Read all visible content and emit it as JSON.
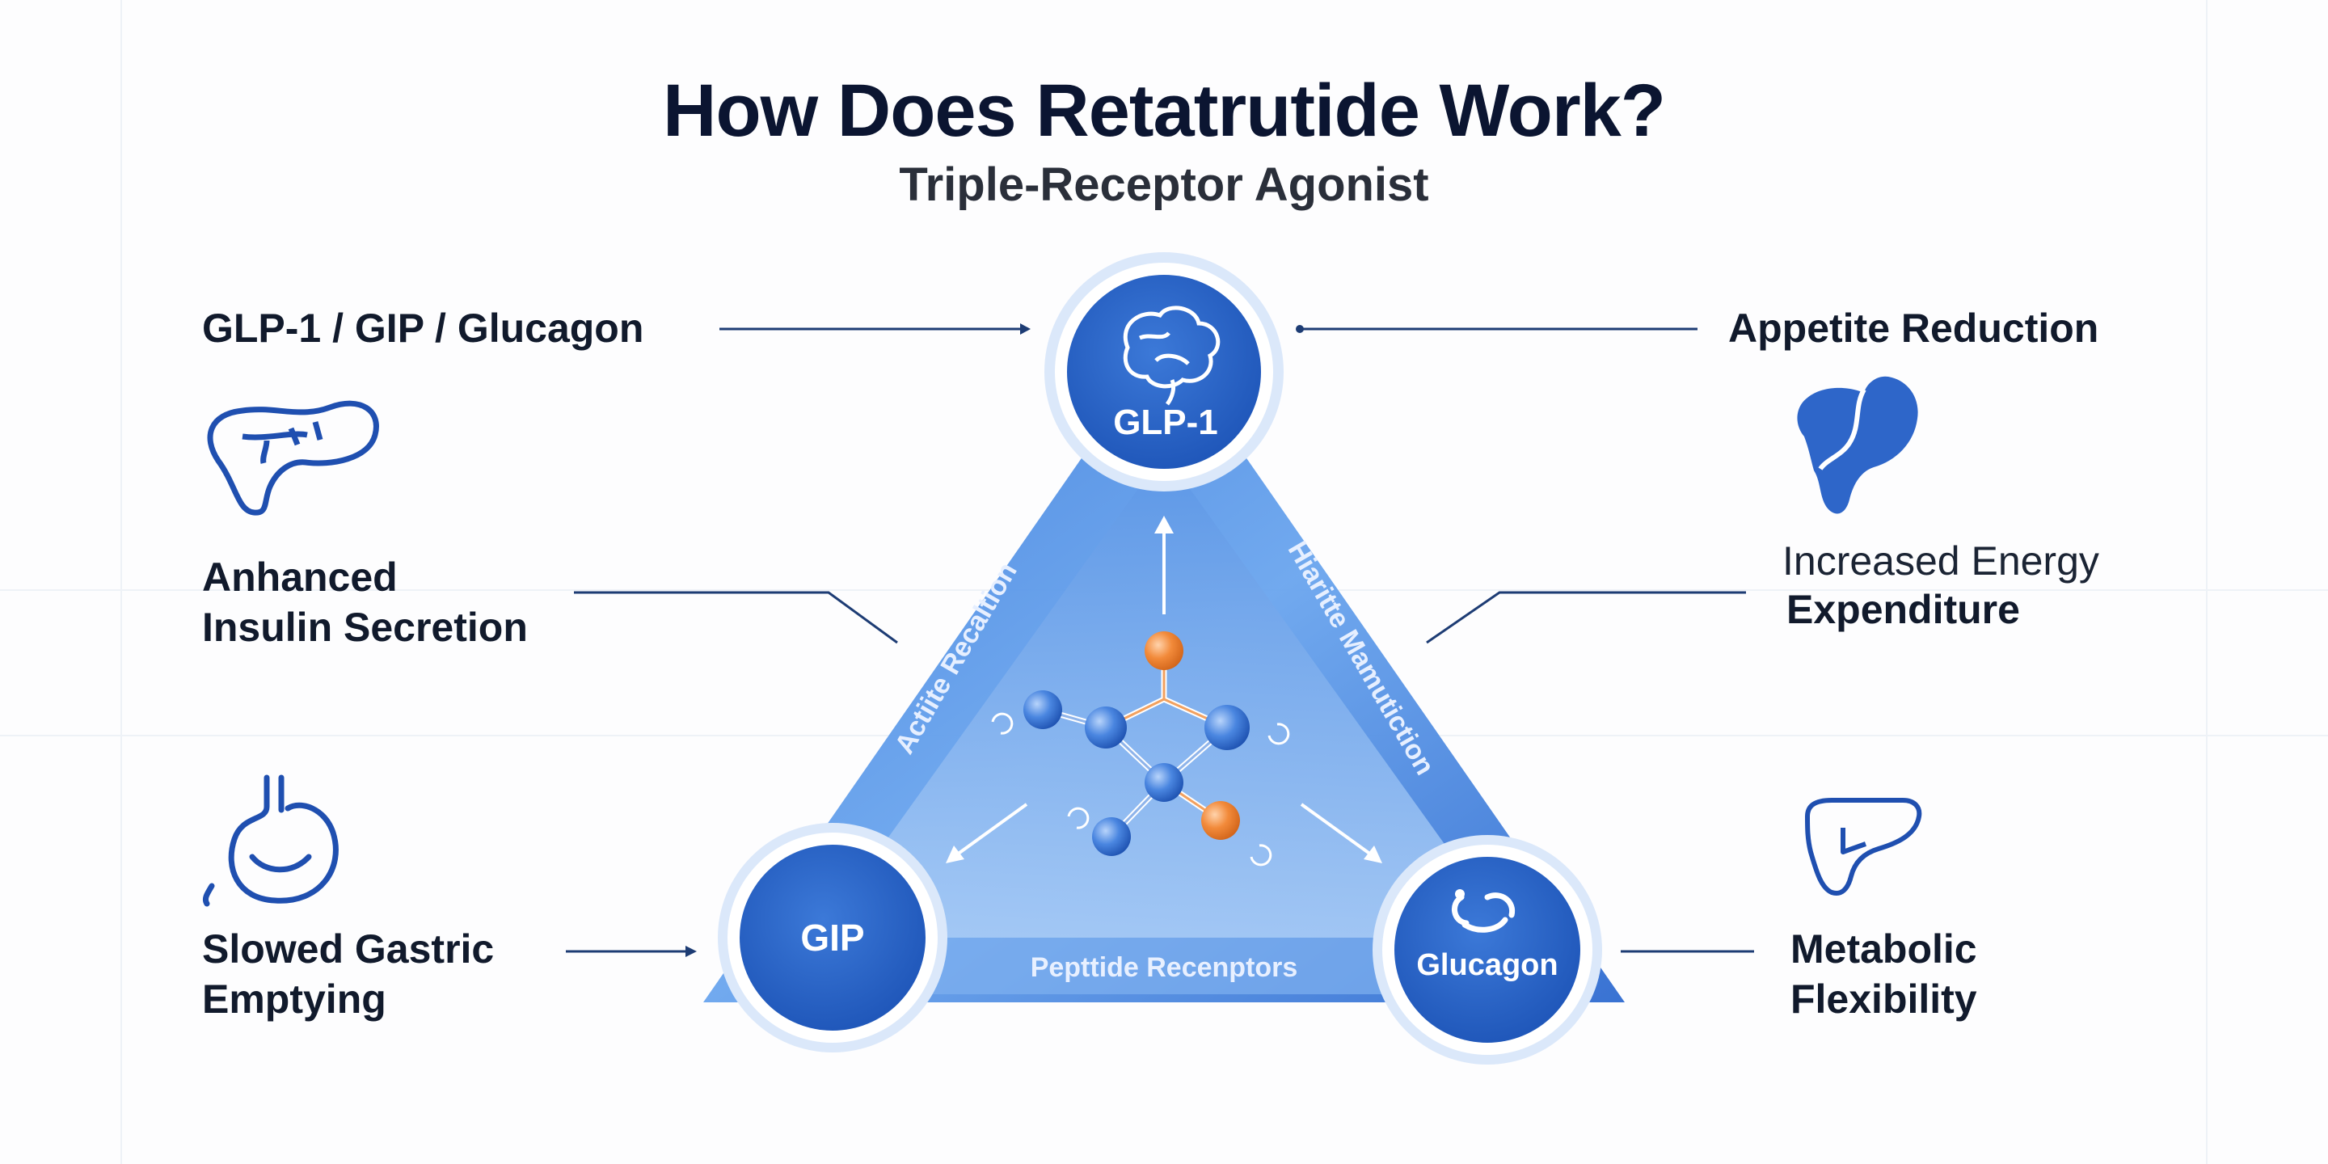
{
  "header": {
    "title": "How Does Retatrutide Work?",
    "subtitle": "Triple-Receptor Agonist"
  },
  "labels": {
    "receptors": "GLP-1 / GIP / Glucagon",
    "appetite": "Appetite Reduction",
    "insulin_line1": "Anhanced",
    "insulin_line2": "Insulin Secretion",
    "energy_line1": "Increased Energy",
    "energy_line2": "Expenditure",
    "gastric_line1": "Slowed Gastric",
    "gastric_line2": "Emptying",
    "metabolic_line1": "Metabolic",
    "metabolic_line2": "Flexibility"
  },
  "triangle": {
    "left_side_label": "Actiite Recaltion",
    "right_side_label": "Hiaritte Mamutiction",
    "base_label": "Pepttide Recenptors"
  },
  "nodes": {
    "top": "GLP-1",
    "left": "GIP",
    "right": "Glucagon"
  },
  "icons": {
    "brain": "brain-icon",
    "pancreas": "pancreas-icon",
    "stomach": "stomach-icon",
    "liver_solid": "liver-icon",
    "liver_outline": "liver-outline-icon",
    "molecule": "molecule-icon",
    "glucagon_symbol": "glucagon-symbol-icon"
  },
  "colors": {
    "primary_blue": "#2a64c8",
    "light_blue": "#6ea3ec",
    "orange_atom": "#f08c3c",
    "title_text": "#0b1531"
  }
}
